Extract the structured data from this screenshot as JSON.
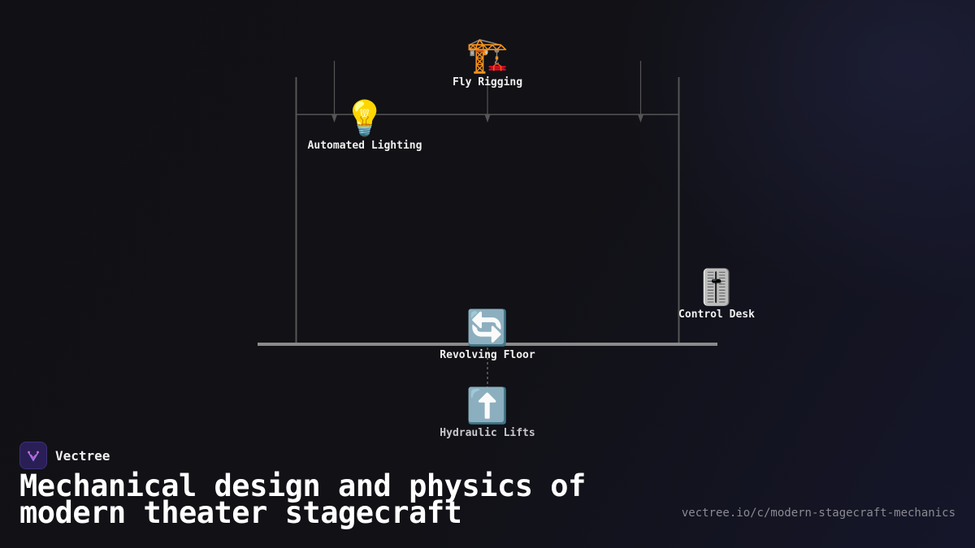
{
  "diagram": {
    "nodes": {
      "fly_rigging": {
        "icon": "crane-icon",
        "emoji": "🏗️",
        "label": "Fly Rigging"
      },
      "automated_lighting": {
        "icon": "lightbulb-icon",
        "emoji": "💡",
        "label": "Automated Lighting"
      },
      "control_desk": {
        "icon": "level-slider-icon",
        "emoji": "🎚️",
        "label": "Control Desk"
      },
      "revolving_floor": {
        "icon": "rotate-arrows-icon",
        "emoji": "🔄",
        "label": "Revolving Floor"
      },
      "hydraulic_lifts": {
        "icon": "up-arrow-icon",
        "emoji": "⬆️",
        "label": "Hydraulic Lifts"
      }
    },
    "colors": {
      "frame": "#555555",
      "stage_floor": "#8a8a8a",
      "dashed_link": "#7a7a7a"
    }
  },
  "footer": {
    "brand": "Vectree",
    "title": "Mechanical design and physics of modern theater stagecraft",
    "url": "vectree.io/c/modern-stagecraft-mechanics"
  }
}
